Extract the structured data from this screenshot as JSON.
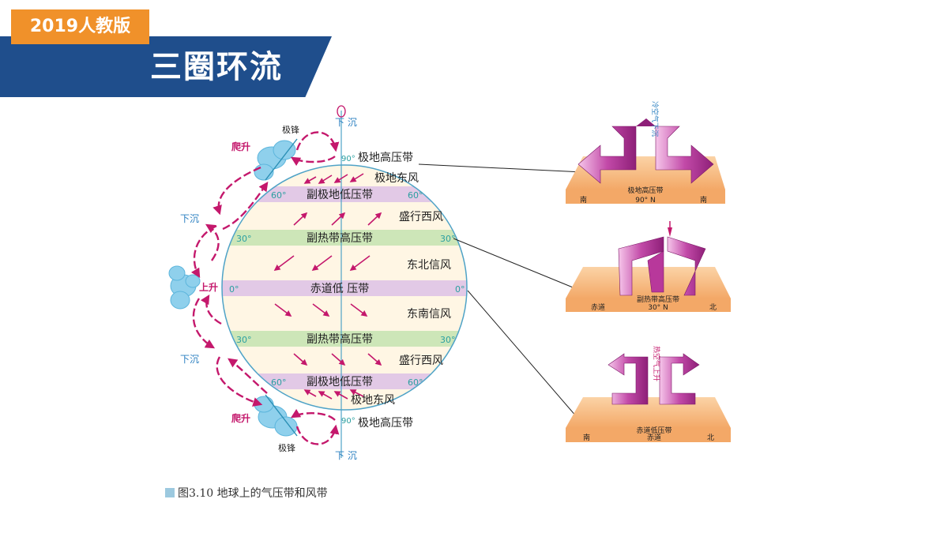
{
  "header": {
    "badge": "2019人教版",
    "title": "三圈环流"
  },
  "globe": {
    "belts": [
      {
        "name": "副极地低压带",
        "lat": "60°",
        "color": "#e2c9e6"
      },
      {
        "name": "副热带高压带",
        "lat": "30°",
        "color": "#cde6b8"
      },
      {
        "name": "赤道低 压带",
        "lat": "0°",
        "color": "#e2c9e6"
      },
      {
        "name": "副热带高压带",
        "lat": "30°",
        "color": "#cde6b8"
      },
      {
        "name": "副极地低压带",
        "lat": "60°",
        "color": "#e2c9e6"
      }
    ],
    "winds": [
      "极地东风",
      "盛行西风",
      "东北信风",
      "东南信风",
      "盛行西风",
      "极地东风"
    ],
    "north_pole": {
      "belt": "极地高压带",
      "lat": "90°",
      "front": "极锋",
      "sink": "下 沉",
      "climb": "爬升"
    },
    "south_pole": {
      "belt": "极地高压带",
      "lat": "90°",
      "front": "极锋",
      "sink": "下 沉",
      "climb": "爬升"
    },
    "side_labels": {
      "sink_north": "下沉",
      "rise": "上升",
      "sink_south": "下沉"
    }
  },
  "insets": [
    {
      "label": "极地高压带",
      "left": "南",
      "center": "90° N",
      "right": "南",
      "air": "冷空气下沉"
    },
    {
      "label": "副热带高压带",
      "left": "赤道",
      "center": "30° N",
      "right": "北",
      "air": ""
    },
    {
      "label": "赤道低压带",
      "left": "南",
      "center": "赤道",
      "right": "北",
      "air": "热空气上升"
    }
  ],
  "caption": "图3.10   地球上的气压带和风带",
  "colors": {
    "accent_orange": "#f0912a",
    "banner_blue": "#1f4e8c",
    "arrow_magenta": "#c4186c",
    "label_blue": "#2a7fc0"
  }
}
